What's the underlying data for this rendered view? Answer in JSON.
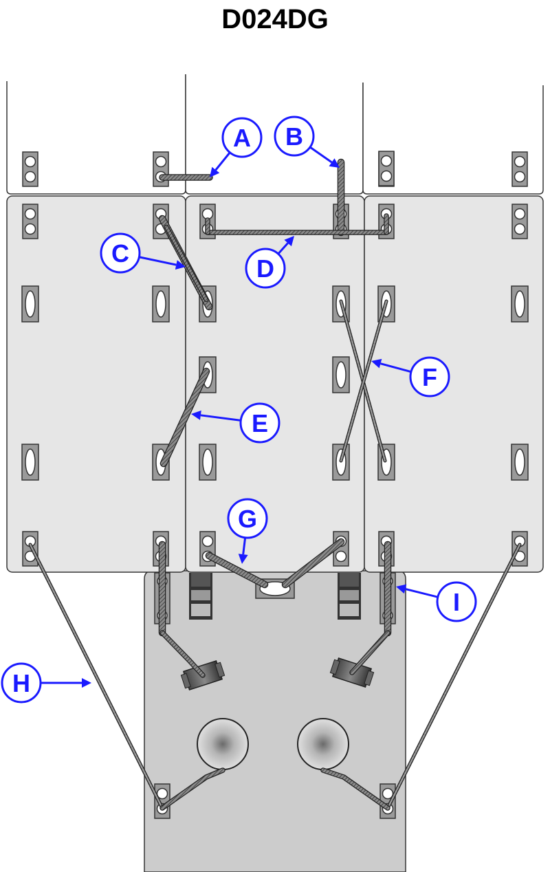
{
  "title": "D024DG",
  "colors": {
    "callout": "#1a1aff",
    "panel_fill": "#e6e6e6",
    "pedestal_fill": "#cccccc",
    "block_fill": "#9a9a9a",
    "outline": "#333333"
  },
  "callouts": [
    {
      "id": "A",
      "label": "A"
    },
    {
      "id": "B",
      "label": "B"
    },
    {
      "id": "C",
      "label": "C"
    },
    {
      "id": "D",
      "label": "D"
    },
    {
      "id": "E",
      "label": "E"
    },
    {
      "id": "F",
      "label": "F"
    },
    {
      "id": "G",
      "label": "G"
    },
    {
      "id": "H",
      "label": "H"
    },
    {
      "id": "I",
      "label": "I"
    }
  ]
}
